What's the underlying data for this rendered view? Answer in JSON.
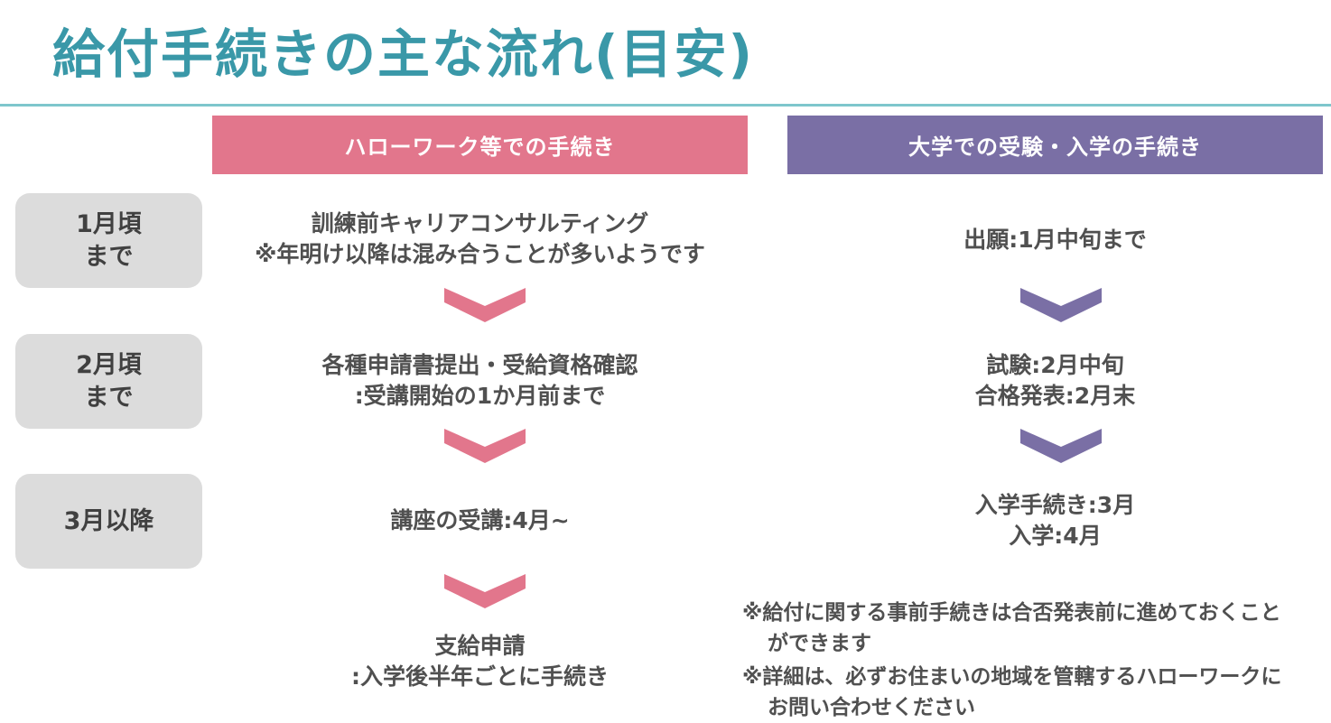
{
  "title": "給付手続きの主な流れ(目安)",
  "colors": {
    "title": "#3a98a8",
    "rule": "#7ec6cc",
    "left_header": "#e2768c",
    "right_header": "#7a6fa5",
    "period_bg": "#dcdcdc"
  },
  "headers": {
    "left": "ハローワーク等での手続き",
    "right": "大学での受験・入学の手続き"
  },
  "periods": [
    {
      "line1": "1月頃",
      "line2": "まで"
    },
    {
      "line1": "2月頃",
      "line2": "まで"
    },
    {
      "line1": "3月以降",
      "line2": ""
    }
  ],
  "left_steps": [
    {
      "line1": "訓練前キャリアコンサルティング",
      "line2": "※年明け以降は混み合うことが多いようです"
    },
    {
      "line1": "各種申請書提出・受給資格確認",
      "line2": ":受講開始の1か月前まで"
    },
    {
      "line1": "講座の受講:4月~",
      "line2": ""
    },
    {
      "line1": "支給申請",
      "line2": ":入学後半年ごとに手続き"
    }
  ],
  "right_steps": [
    {
      "line1": "出願:1月中旬まで",
      "line2": ""
    },
    {
      "line1": "試験:2月中旬",
      "line2": "合格発表:2月末"
    },
    {
      "line1": "入学手続き:3月",
      "line2": "入学:4月"
    }
  ],
  "notes": [
    {
      "line1": "※給付に関する事前手続きは合否発表前に進めておくこと",
      "line2": "ができます"
    },
    {
      "line1": "※詳細は、必ずお住まいの地域を管轄するハローワークに",
      "line2": "お問い合わせください"
    }
  ],
  "icons": {
    "chevron": "chevron-down-icon"
  }
}
